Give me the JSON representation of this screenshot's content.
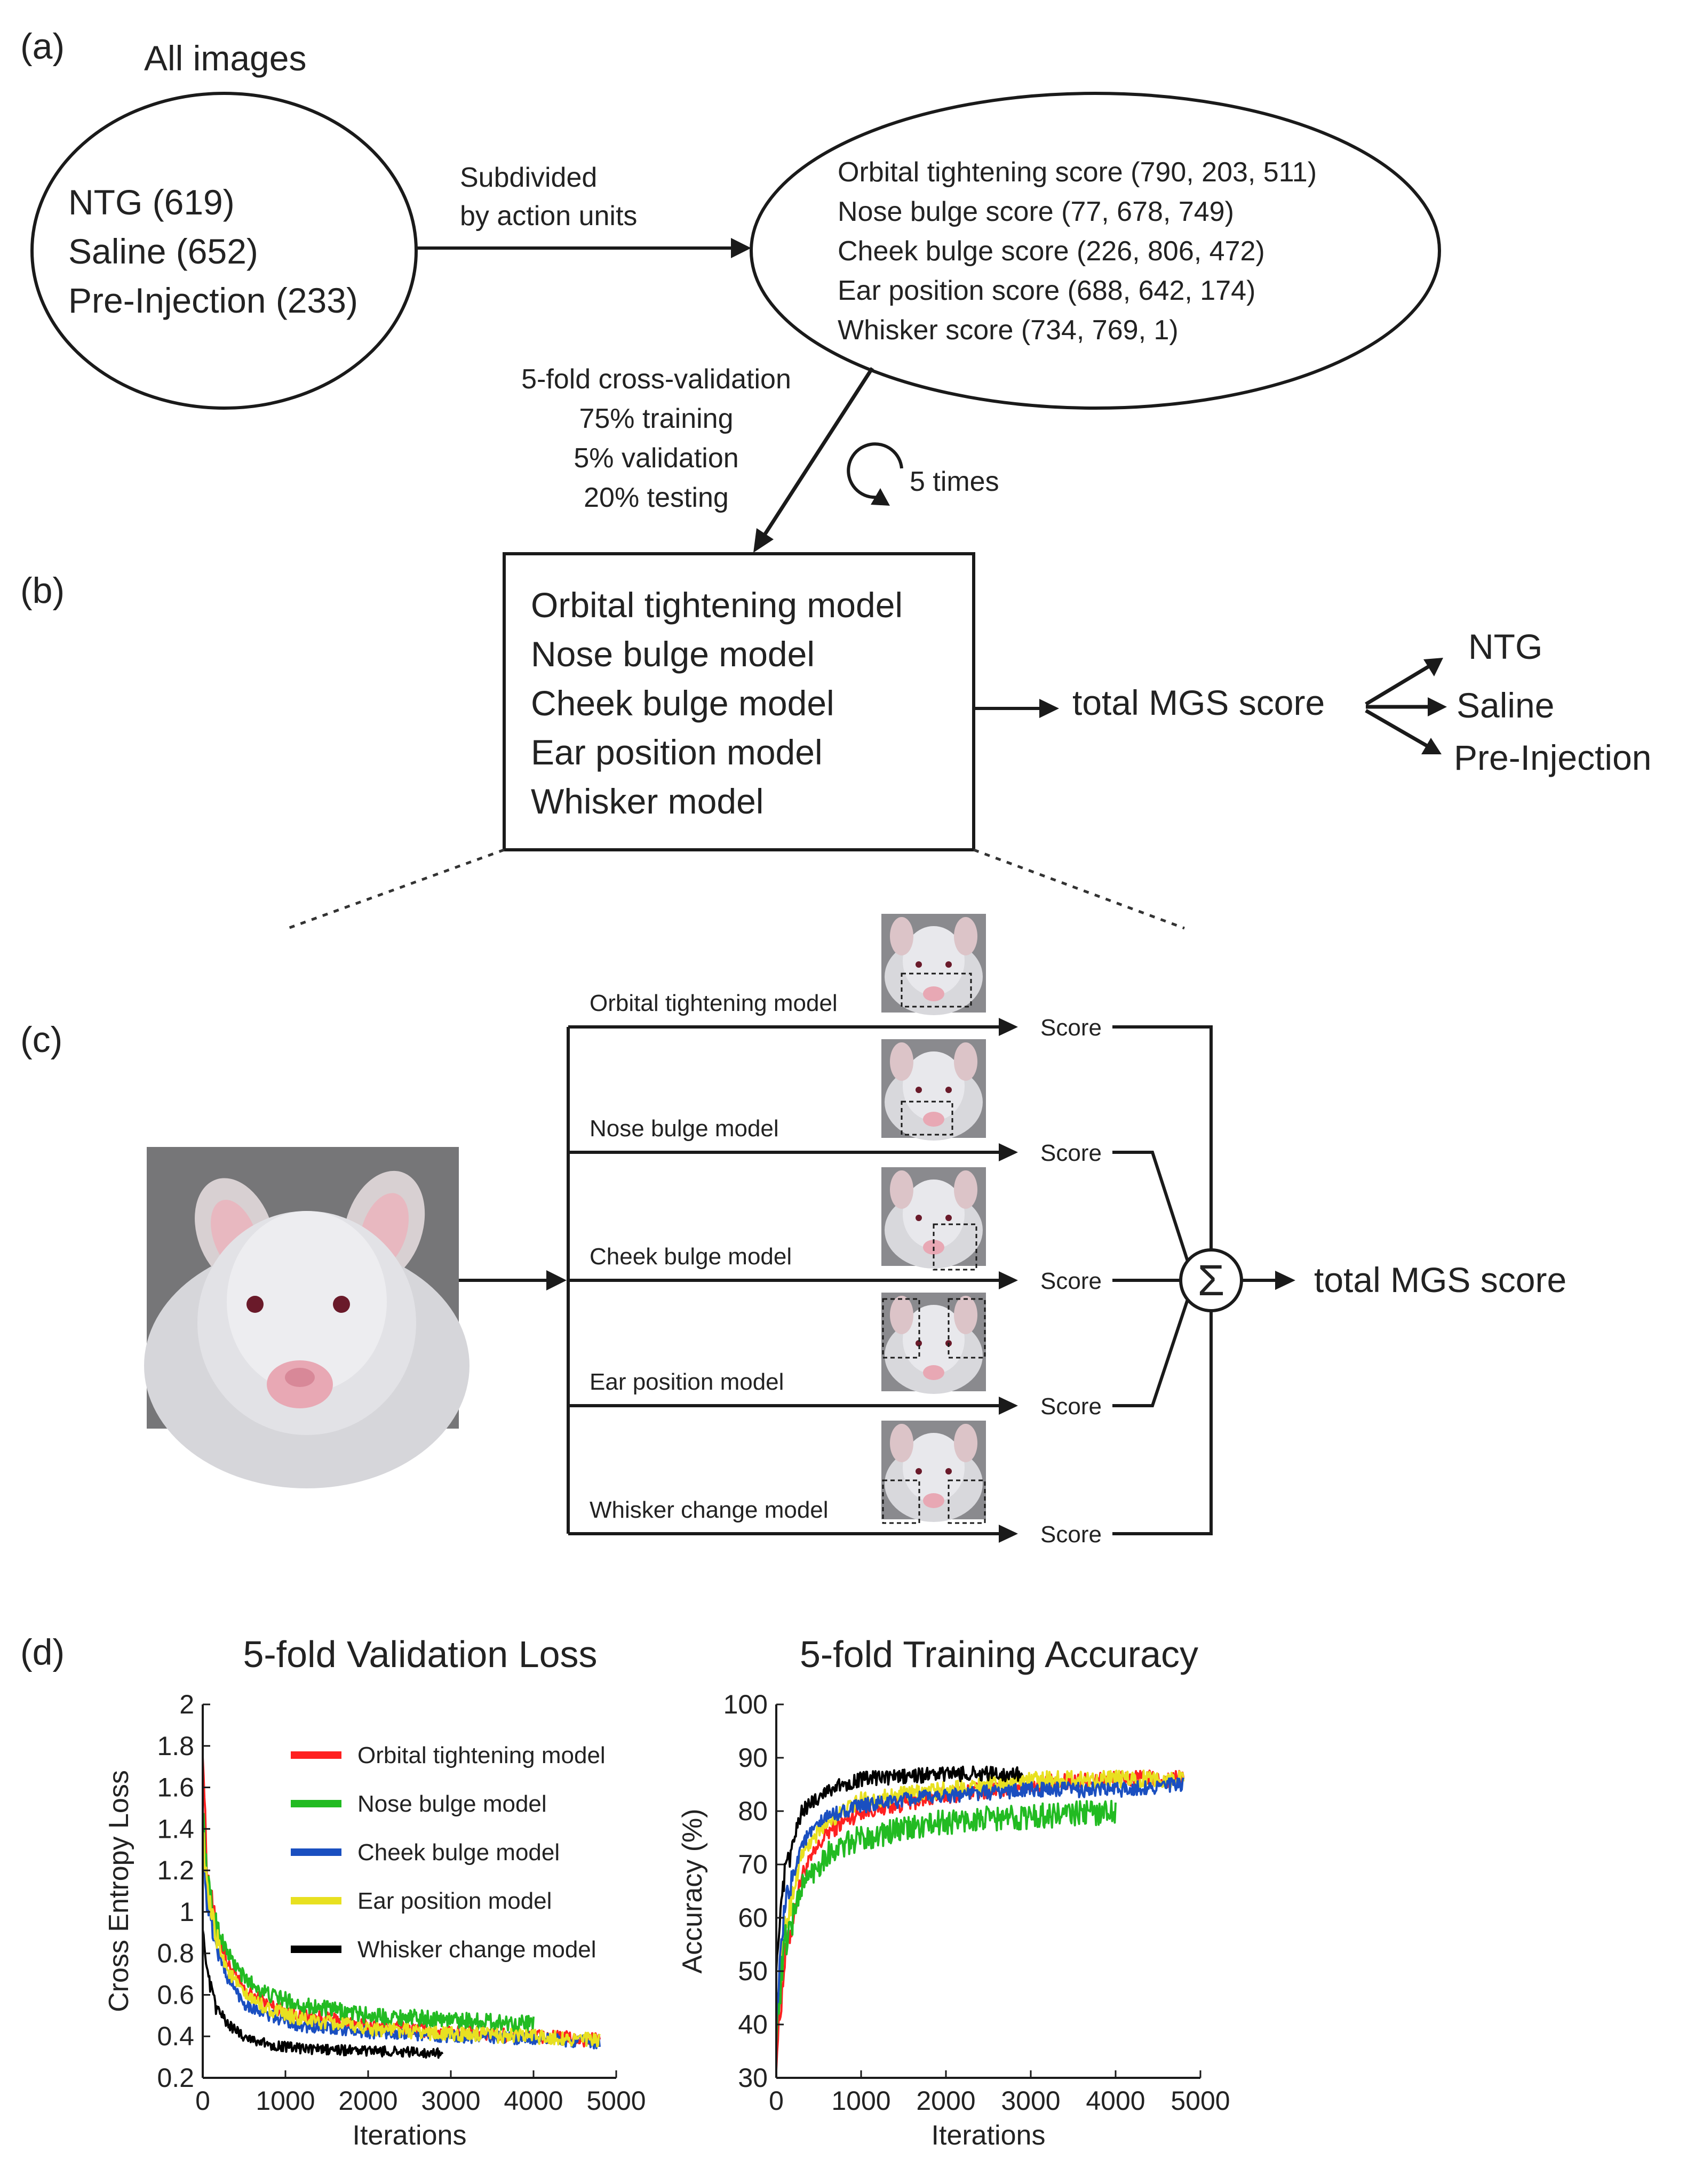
{
  "panel_a": {
    "label": "(a)",
    "all_images": "All images",
    "groups": [
      "NTG (619)",
      "Saline (652)",
      "Pre-Injection (233)"
    ],
    "arrow_label": [
      "Subdivided",
      "by action units"
    ],
    "scores": [
      "Orbital tightening score (790, 203, 511)",
      "Nose bulge score (77, 678, 749)",
      "Cheek bulge score (226, 806, 472)",
      "Ear position score (688, 642, 174)",
      "Whisker score (734, 769, 1)"
    ],
    "cv_text": [
      "5-fold cross-validation",
      "75% training",
      "5% validation",
      "20% testing"
    ],
    "repeat": "5 times"
  },
  "panel_b": {
    "label": "(b)",
    "models": [
      "Orbital tightening model",
      "Nose bulge model",
      "Cheek bulge model",
      "Ear position model",
      "Whisker model"
    ],
    "total": "total MGS score",
    "outputs": [
      "NTG",
      "Saline",
      "Pre-Injection"
    ]
  },
  "panel_c": {
    "label": "(c)",
    "models": [
      "Orbital tightening model",
      "Nose bulge model",
      "Cheek bulge model",
      "Ear position model",
      "Whisker change model"
    ],
    "score_label": "Score",
    "sum_symbol": "Σ",
    "total": "total MGS score"
  },
  "panel_d": {
    "label": "(d)"
  },
  "colors": {
    "red": "#ff2020",
    "green": "#22bb22",
    "blue": "#1a4fc0",
    "yellow": "#e8e020",
    "black": "#000000"
  },
  "chart_data": [
    {
      "type": "line",
      "title": "5-fold Validation Loss",
      "xlabel": "Iterations",
      "ylabel": "Cross Entropy Loss",
      "xlim": [
        0,
        5000
      ],
      "ylim": [
        0.2,
        2
      ],
      "xticks": [
        0,
        1000,
        2000,
        3000,
        4000,
        5000
      ],
      "yticks": [
        0.2,
        0.4,
        0.6,
        0.8,
        1,
        1.2,
        1.4,
        1.6,
        1.8,
        2
      ],
      "legend_position": "top-right",
      "series": [
        {
          "name": "Orbital tightening model",
          "color": "#ff2020",
          "noise": 0.035,
          "x": [
            0,
            50,
            150,
            300,
            500,
            800,
            1200,
            2000,
            3000,
            4000,
            4800
          ],
          "y": [
            1.8,
            1.2,
            0.95,
            0.75,
            0.62,
            0.55,
            0.5,
            0.45,
            0.42,
            0.4,
            0.38
          ]
        },
        {
          "name": "Nose bulge model",
          "color": "#22bb22",
          "noise": 0.04,
          "x": [
            0,
            50,
            150,
            300,
            500,
            800,
            1200,
            2000,
            3000,
            4000
          ],
          "y": [
            1.5,
            1.15,
            0.95,
            0.8,
            0.68,
            0.6,
            0.55,
            0.5,
            0.48,
            0.46
          ]
        },
        {
          "name": "Cheek bulge model",
          "color": "#1a4fc0",
          "noise": 0.03,
          "x": [
            0,
            50,
            150,
            300,
            500,
            800,
            1200,
            2000,
            3000,
            4000,
            4800
          ],
          "y": [
            1.35,
            1.05,
            0.85,
            0.68,
            0.56,
            0.5,
            0.45,
            0.42,
            0.4,
            0.39,
            0.37
          ]
        },
        {
          "name": "Ear position model",
          "color": "#e8e020",
          "noise": 0.035,
          "x": [
            0,
            50,
            150,
            300,
            500,
            800,
            1200,
            2000,
            3000,
            4000,
            4800
          ],
          "y": [
            1.4,
            1.1,
            0.9,
            0.72,
            0.6,
            0.53,
            0.48,
            0.44,
            0.41,
            0.4,
            0.38
          ]
        },
        {
          "name": "Whisker change model",
          "color": "#000000",
          "noise": 0.025,
          "x": [
            0,
            50,
            150,
            300,
            500,
            800,
            1200,
            2000,
            2900
          ],
          "y": [
            0.95,
            0.7,
            0.55,
            0.46,
            0.4,
            0.36,
            0.34,
            0.33,
            0.32
          ]
        }
      ]
    },
    {
      "type": "line",
      "title": "5-fold Training Accuracy",
      "xlabel": "Iterations",
      "ylabel": "Accuracy (%)",
      "xlim": [
        0,
        5000
      ],
      "ylim": [
        30,
        100
      ],
      "xticks": [
        0,
        1000,
        2000,
        3000,
        4000,
        5000
      ],
      "yticks": [
        30,
        40,
        50,
        60,
        70,
        80,
        90,
        100
      ],
      "series": [
        {
          "name": "Orbital tightening model",
          "color": "#ff2020",
          "noise": 1.6,
          "x": [
            0,
            100,
            300,
            600,
            1000,
            2000,
            3000,
            4000,
            4800
          ],
          "y": [
            34,
            52,
            68,
            76,
            80,
            83,
            85,
            86,
            86
          ]
        },
        {
          "name": "Ear position model",
          "color": "#e8e020",
          "noise": 1.6,
          "x": [
            0,
            100,
            300,
            600,
            1000,
            2000,
            3000,
            4000,
            4800
          ],
          "y": [
            40,
            58,
            72,
            78,
            82,
            84,
            86,
            86,
            86
          ]
        },
        {
          "name": "Nose bulge model",
          "color": "#22bb22",
          "noise": 2.4,
          "x": [
            0,
            100,
            300,
            600,
            1000,
            2000,
            3000,
            4000
          ],
          "y": [
            40,
            55,
            66,
            72,
            75,
            78,
            79,
            80
          ]
        },
        {
          "name": "Cheek bulge model",
          "color": "#1a4fc0",
          "noise": 1.4,
          "x": [
            0,
            100,
            300,
            600,
            1000,
            2000,
            3000,
            4000,
            4800
          ],
          "y": [
            42,
            62,
            74,
            79,
            81,
            83,
            84,
            84,
            85
          ]
        },
        {
          "name": "Whisker change model",
          "color": "#000000",
          "noise": 1.4,
          "x": [
            0,
            100,
            300,
            600,
            1000,
            2000,
            2900
          ],
          "y": [
            52,
            68,
            80,
            84,
            86,
            87,
            87
          ]
        }
      ]
    }
  ]
}
